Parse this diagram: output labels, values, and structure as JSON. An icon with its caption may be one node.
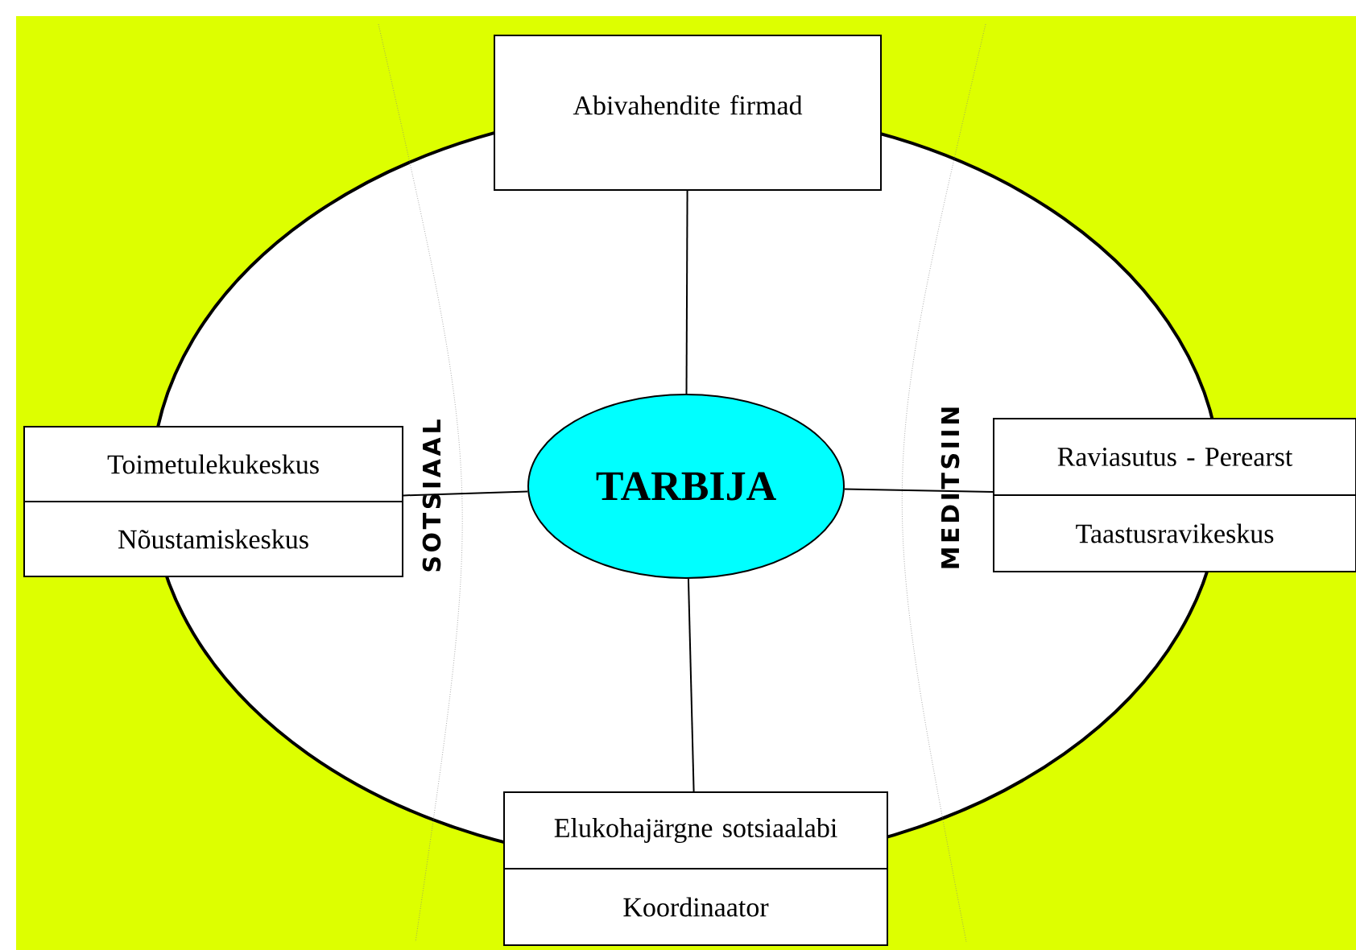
{
  "diagram": {
    "nodes": [
      {
        "text": [
          "TARBIJA"
        ]
      },
      {
        "text": [
          "Abivahendite firmad"
        ]
      },
      {
        "text": [
          "Toimetulekukeskus",
          "Nõustamiskeskus"
        ]
      },
      {
        "text": [
          "Raviasutus - Perearst",
          "Taastusravikeskus"
        ]
      },
      {
        "text": [
          "Elukohajärgne sotsiaalabi",
          "Koordinaator"
        ]
      }
    ],
    "edges": [
      {
        "from": 0,
        "to": 1,
        "arrow": "none"
      },
      {
        "from": 0,
        "to": 2,
        "arrow": "none"
      },
      {
        "from": 0,
        "to": 3,
        "arrow": "none"
      },
      {
        "from": 0,
        "to": 4,
        "arrow": "none"
      }
    ],
    "labels": [
      "SOTSIAAL",
      "MEDITSIIN"
    ]
  }
}
